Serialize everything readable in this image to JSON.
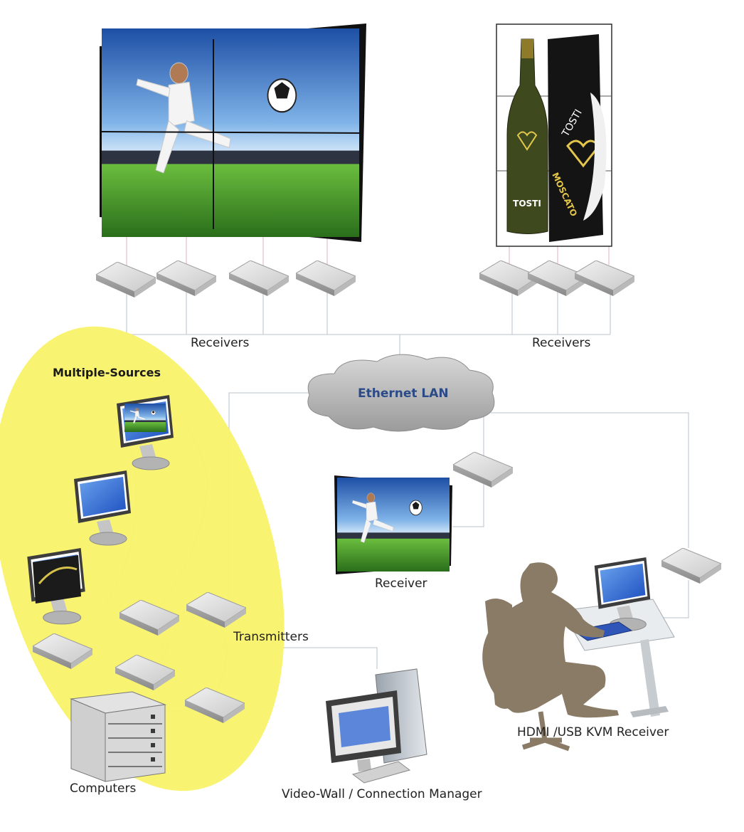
{
  "labels": {
    "receivers_left": "Receivers",
    "receivers_right": "Receivers",
    "multiple_sources": "Multiple-Sources",
    "ethernet_lan": "Ethernet LAN",
    "receiver": "Receiver",
    "transmitters": "Transmitters",
    "computers": "Computers",
    "connection_manager": "Video-Wall / Connection Manager",
    "kvm_receiver": "HDMI /USB KVM Receiver"
  },
  "product_text": {
    "bottle_brand": "TOSTI",
    "box_brand": "TOSTI",
    "box_variety": "MOSCATO"
  },
  "colors": {
    "source_zone": "#f9f26a",
    "cloud": "#b5b5b5",
    "lan_text": "#2b4a86",
    "link_line": "#c7cfd8",
    "video_link": "#e3b8bf",
    "device_body": "#dcdcdc",
    "silhouette": "#8a7b67",
    "monitor_screen": "#1f55c8"
  },
  "icons": [
    "video-wall-sport-icon",
    "video-wall-bottle-icon",
    "receiver-box-icon",
    "transmitter-box-icon",
    "cloud-icon",
    "monitor-icon",
    "server-rack-icon",
    "desktop-pc-icon",
    "kvm-workstation-icon"
  ]
}
